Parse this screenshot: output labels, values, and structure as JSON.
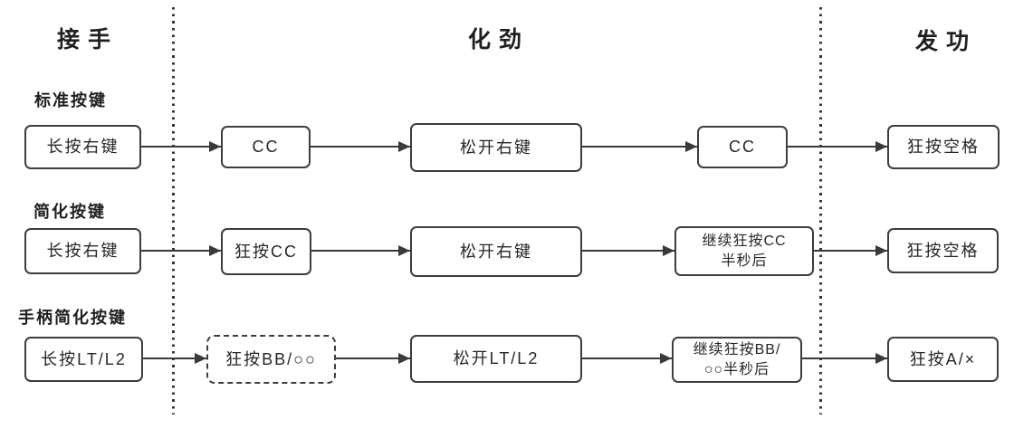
{
  "diagram": {
    "columns": [
      {
        "label": "接手"
      },
      {
        "label": "化劲"
      },
      {
        "label": "发功"
      }
    ],
    "rows": [
      {
        "label": "标准按键",
        "nodes": [
          "长按右键",
          "CC",
          "松开右键",
          "CC",
          "狂按空格"
        ]
      },
      {
        "label": "简化按键",
        "nodes": [
          "长按右键",
          "狂按CC",
          "松开右键",
          "继续狂按CC\n半秒后",
          "狂按空格"
        ]
      },
      {
        "label": "手柄简化按键",
        "nodes": [
          "长按LT/L2",
          "狂按BB/○○",
          "松开LT/L2",
          "继续狂按BB/\n○○半秒后",
          "狂按A/×"
        ]
      }
    ],
    "colors": {
      "stroke": "#3a3a3a",
      "divider": "#393134",
      "background": "#ffffff",
      "text": "#262626"
    }
  }
}
